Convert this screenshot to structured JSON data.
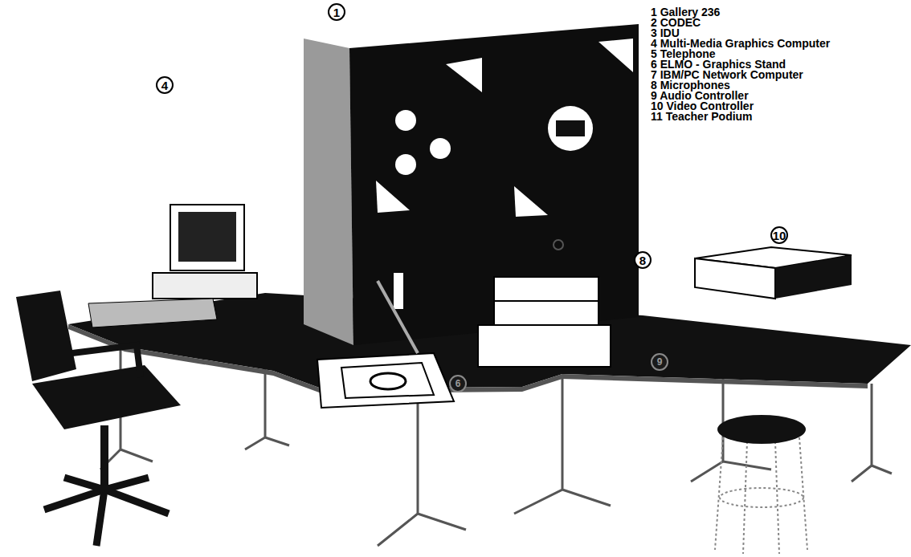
{
  "diagram": {
    "labels": [
      "1 Gallery 236",
      "2 CODEC",
      "3 IDU",
      "4 Multi-Media Graphics Computer",
      "5 Telephone",
      "6 ELMO - Graphics Stand",
      "7 IBM/PC Network Computer",
      "8 Microphones",
      "9 Audio Controller",
      "10 Video Controller",
      "11 Teacher Podium",
      "1",
      "4",
      "8",
      "10",
      "6",
      "9"
    ]
  }
}
